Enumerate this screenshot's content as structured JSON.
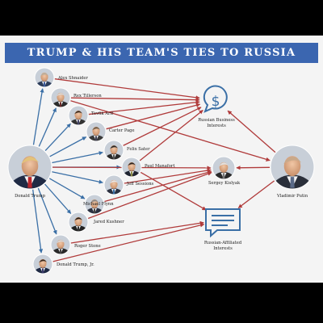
{
  "title": "TRUMP & HIS TEAM'S TIES TO RUSSIA",
  "colors": {
    "title_bg": "#3b66b0",
    "blue_arrow": "#3a6fa6",
    "red_arrow": "#b03a3a",
    "icon_blue": "#3a6fa6"
  },
  "people": [
    {
      "id": "trump",
      "label": "Donald Trump",
      "icon": "person-photo"
    },
    {
      "id": "putin",
      "label": "Vladimir Putin",
      "icon": "person-photo"
    },
    {
      "id": "shnaider",
      "label": "Alex Shnaider",
      "icon": "person-photo"
    },
    {
      "id": "tillerson",
      "label": "Rex Tillerson",
      "icon": "person-photo"
    },
    {
      "id": "arif",
      "label": "Tevfik Arif",
      "icon": "person-photo"
    },
    {
      "id": "page",
      "label": "Carter Page",
      "icon": "person-photo"
    },
    {
      "id": "sater",
      "label": "Felix Sater",
      "icon": "person-photo"
    },
    {
      "id": "manafort",
      "label": "Paul Manafort",
      "icon": "person-photo"
    },
    {
      "id": "sessions",
      "label": "Jeff Sessions",
      "icon": "person-photo"
    },
    {
      "id": "flynn",
      "label": "Michael Flynn",
      "icon": "person-photo"
    },
    {
      "id": "kushner",
      "label": "Jared Kushner",
      "icon": "person-photo"
    },
    {
      "id": "stone",
      "label": "Roger Stone",
      "icon": "person-photo"
    },
    {
      "id": "trumpjr",
      "label": "Donald Trump, Jr.",
      "icon": "person-photo"
    },
    {
      "id": "kislyak",
      "label": "Sergey Kislyak",
      "icon": "person-photo"
    }
  ],
  "hubs": [
    {
      "id": "business",
      "label_line1": "Russian Business",
      "label_line2": "Interests",
      "icon": "dollar-speech-bubble-icon"
    },
    {
      "id": "affiliated",
      "label_line1": "Russian-Affiliated",
      "label_line2": "Interests",
      "icon": "text-speech-bubble-icon"
    }
  ],
  "blue_links": [
    [
      "trump",
      "shnaider"
    ],
    [
      "trump",
      "tillerson"
    ],
    [
      "trump",
      "arif"
    ],
    [
      "trump",
      "page"
    ],
    [
      "trump",
      "sater"
    ],
    [
      "trump",
      "manafort"
    ],
    [
      "trump",
      "sessions"
    ],
    [
      "trump",
      "flynn"
    ],
    [
      "trump",
      "kushner"
    ],
    [
      "trump",
      "stone"
    ],
    [
      "trump",
      "trumpjr"
    ]
  ],
  "red_links": [
    [
      "shnaider",
      "business"
    ],
    [
      "tillerson",
      "business"
    ],
    [
      "arif",
      "business"
    ],
    [
      "page",
      "business"
    ],
    [
      "sater",
      "business"
    ],
    [
      "manafort",
      "business"
    ],
    [
      "tillerson",
      "putin"
    ],
    [
      "sessions",
      "kislyak"
    ],
    [
      "flynn",
      "kislyak"
    ],
    [
      "kushner",
      "kislyak"
    ],
    [
      "manafort",
      "affiliated"
    ],
    [
      "stone",
      "affiliated"
    ],
    [
      "trumpjr",
      "affiliated"
    ],
    [
      "putin",
      "business"
    ],
    [
      "putin",
      "kislyak"
    ],
    [
      "putin",
      "affiliated"
    ],
    [
      "trump",
      "kislyak"
    ]
  ]
}
